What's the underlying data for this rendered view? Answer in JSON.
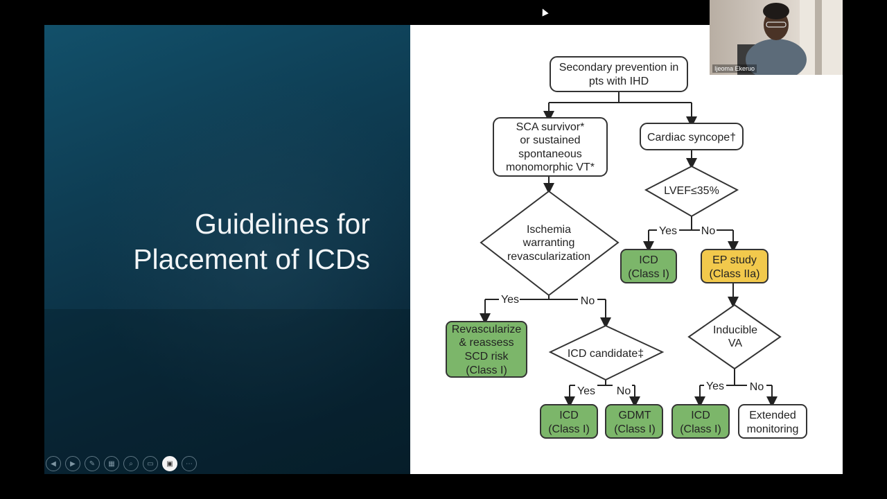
{
  "slide": {
    "title_line1": "Guidelines for",
    "title_line2": "Placement of ICDs"
  },
  "flowchart": {
    "root": [
      "Secondary prevention in",
      "pts with IHD"
    ],
    "sca": [
      "SCA survivor*",
      "or sustained",
      "spontaneous",
      "monomorphic VT*"
    ],
    "ischemia": [
      "Ischemia",
      "warranting",
      "revascularization"
    ],
    "revasc": [
      "Revascularize",
      "& reassess",
      "SCD risk",
      "(Class I)"
    ],
    "icd_candidate": "ICD candidate‡",
    "icd_class1": [
      "ICD",
      "(Class I)"
    ],
    "gdmt": [
      "GDMT",
      "(Class I)"
    ],
    "cardiac_syncope": "Cardiac syncope†",
    "lvef": "LVEF≤35%",
    "ep_study": [
      "EP study",
      "(Class IIa)"
    ],
    "inducible": [
      "Inducible",
      "VA"
    ],
    "extended": [
      "Extended",
      "monitoring"
    ],
    "yes": "Yes",
    "no": "No"
  },
  "colors": {
    "green": "#7cb66a",
    "yellow": "#f2c94c",
    "box_stroke": "#333333"
  },
  "webcam": {
    "participant_name": "Ijeoma Ekeruo"
  },
  "toolbar_icons": [
    "previous-icon",
    "next-icon",
    "pen-icon",
    "slides-grid-icon",
    "zoom-icon",
    "subtitles-icon",
    "camera-icon",
    "more-icon"
  ]
}
